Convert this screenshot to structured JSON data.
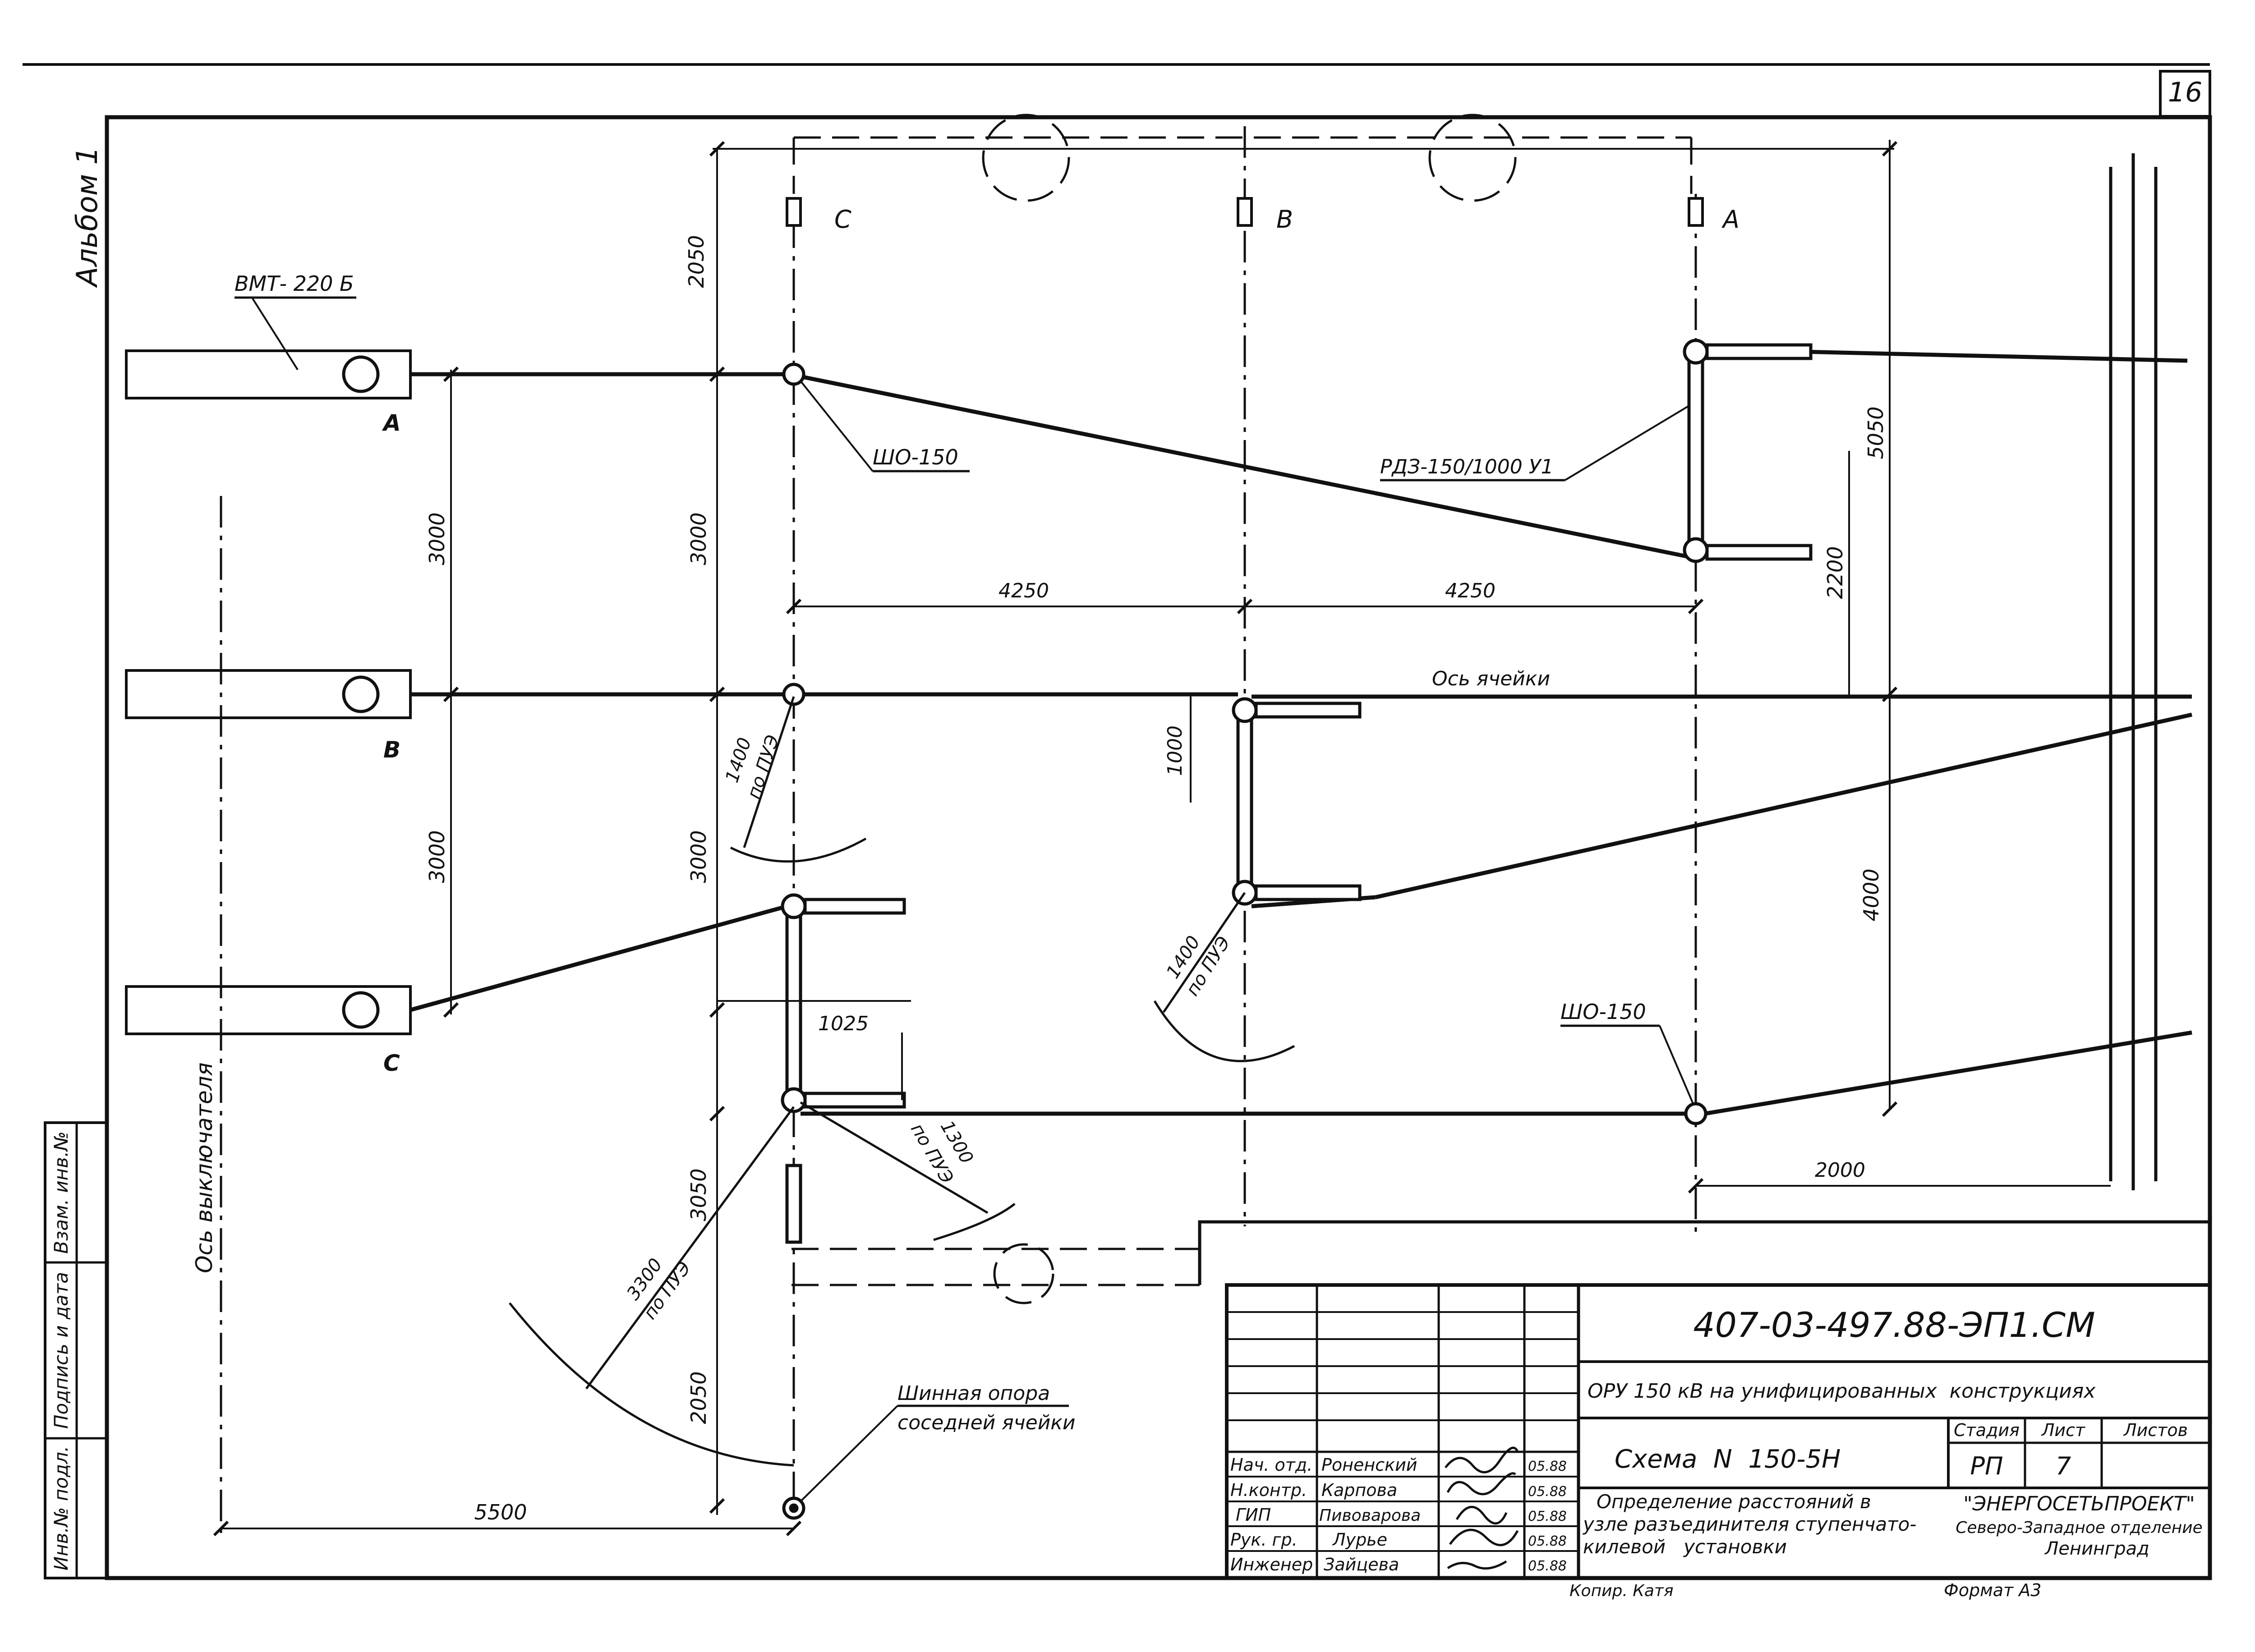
{
  "sheet": {
    "page_number": "16",
    "album_label": "Альбом 1"
  },
  "equipment": {
    "breaker_label": "ВМТ- 220 Б",
    "support_label_1": "ШО-150",
    "support_label_2": "ШО-150",
    "disconnector_label": "РДЗ-150/1000 У1",
    "busbar_support_label_line1": "Шинная опора",
    "busbar_support_label_line2": "соседней ячейки"
  },
  "axes": {
    "cell_axis_label": "Ось ячейки",
    "breaker_axis_label": "Ось выключателя"
  },
  "phases": {
    "left_A": "А",
    "left_B": "В",
    "left_C": "С",
    "top_C": "С",
    "top_B": "В",
    "top_A": "А"
  },
  "dimensions": {
    "d_2050_top": "2050",
    "d_3000_left_1": "3000",
    "d_3000_left_2": "3000",
    "d_3000_mid_1": "3000",
    "d_3000_mid_2": "3000",
    "d_5050": "5050",
    "d_2200": "2200",
    "d_4250_left": "4250",
    "d_4250_right": "4250",
    "d_1000": "1000",
    "d_4000": "4000",
    "d_1025": "1025",
    "d_3050": "3050",
    "d_2050_bottom": "2050",
    "d_5500": "5500",
    "d_2000": "2000"
  },
  "clearances": {
    "c1_value": "1400",
    "c1_note": "по ПУЭ",
    "c2_value": "1400",
    "c2_note": "по ПУЭ",
    "c3_value": "1300",
    "c3_note": "по ПУЭ",
    "c4_value": "3300",
    "c4_note": "по ПУЭ"
  },
  "side_stamp": {
    "inv_podl": "Инв.№ подл.",
    "podpis_data": "Подпись и дата",
    "vzam_inv": "Взам. инв.№"
  },
  "title_block": {
    "doc_code": "407-03-497.88-ЭП1.СМ",
    "project_name": "ОРУ 150 кВ на унифицированных  конструкциях",
    "drawing_name": "Схема  N  150-5Н",
    "description_line1": "Определение расстояний в",
    "description_line2": "узле разъединителя ступенчато-",
    "description_line3": "килевой   установки",
    "stage_header": "Стадия",
    "sheet_header": "Лист",
    "sheets_header": "Листов",
    "stage_value": "РП",
    "sheet_value": "7",
    "org_line1": "\"ЭНЕРГОСЕТЬПРОЕКТ\"",
    "org_line2": "Северо-Западное отделение",
    "org_line3": "Ленинград",
    "copied_label": "Копир. Катя",
    "format_label": "Формат А3",
    "signatures": [
      {
        "role": "Нач. отд.",
        "name": "Роненский",
        "date": "05.88"
      },
      {
        "role": "Н.контр.",
        "name": "Карпова",
        "date": "05.88"
      },
      {
        "role": "ГИП",
        "name": "Пивоварова",
        "date": "05.88"
      },
      {
        "role": "Рук. гр.",
        "name": "Лурье",
        "date": "05.88"
      },
      {
        "role": "Инженер",
        "name": "Зайцева",
        "date": "05.88"
      }
    ]
  }
}
